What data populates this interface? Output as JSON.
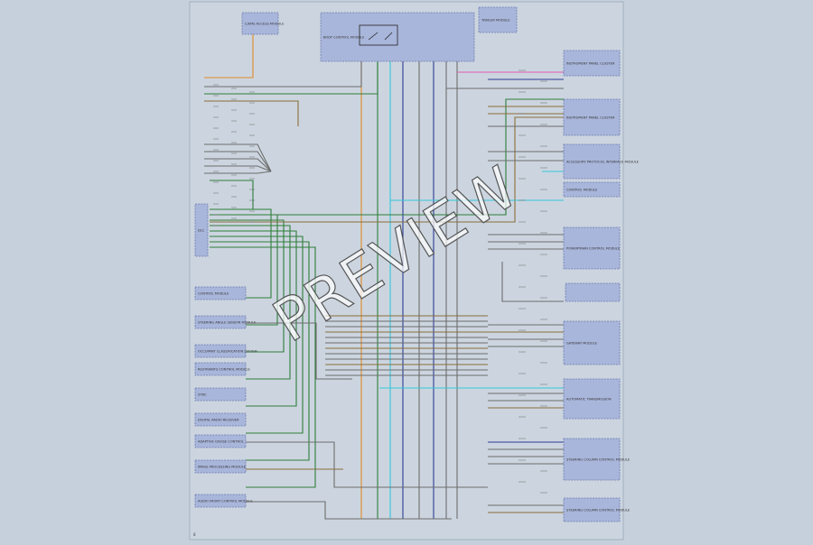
{
  "watermark": "PREVIEW",
  "colors": {
    "background": "#c6d0dc",
    "sheet": "#ccd5df",
    "module_fill": "#a9b6db",
    "wire_green": "#2e7d3a",
    "wire_orange": "#e08a28",
    "wire_cyan": "#35c6d8",
    "wire_blue": "#2b3b95",
    "wire_gray": "#6d6d6d",
    "wire_brown": "#8a6d3b",
    "wire_pink": "#e05bb0",
    "wire_black": "#222222"
  },
  "icons": [
    "relay-switch-icon"
  ],
  "modules_top": [
    {
      "label": "C/EMS ACCESS MODULE"
    },
    {
      "label": "BODY CONTROL MODULE"
    },
    {
      "label": "TRAILER MODULE"
    }
  ],
  "modules_right": [
    {
      "label": "INSTRUMENT PANEL CLUSTER"
    },
    {
      "label": "INSTRUMENT PANEL CLUSTER"
    },
    {
      "label": "ACCESSORY PROTOCOL INTERFACE MODULE"
    },
    {
      "label": "CONTROL MODULE"
    },
    {
      "label": "POWERTRAIN CONTROL MODULE"
    },
    {
      "label": "GATEWAY MODULE"
    },
    {
      "label": "AUTOMATIC TRANSMISSION"
    },
    {
      "label": "STEERING COLUMN CONTROL MODULE"
    }
  ],
  "modules_left": [
    {
      "label": "CONTROL MODULE"
    },
    {
      "label": "STEERING ANGLE SENSOR MODULE"
    },
    {
      "label": "OCCUPANT CLASSIFICATION SYSTEM"
    },
    {
      "label": "RESTRAINTS CONTROL MODULE"
    },
    {
      "label": "SYNC"
    },
    {
      "label": "DIGITAL RADIO RECEIVER"
    },
    {
      "label": "ADAPTIVE CRUISE CONTROL"
    },
    {
      "label": "IMAGE PROCESSING MODULE"
    },
    {
      "label": "AUDIO FRONT CONTROL MODULE"
    }
  ],
  "connector": {
    "label": "DLC"
  },
  "page_number": "8"
}
